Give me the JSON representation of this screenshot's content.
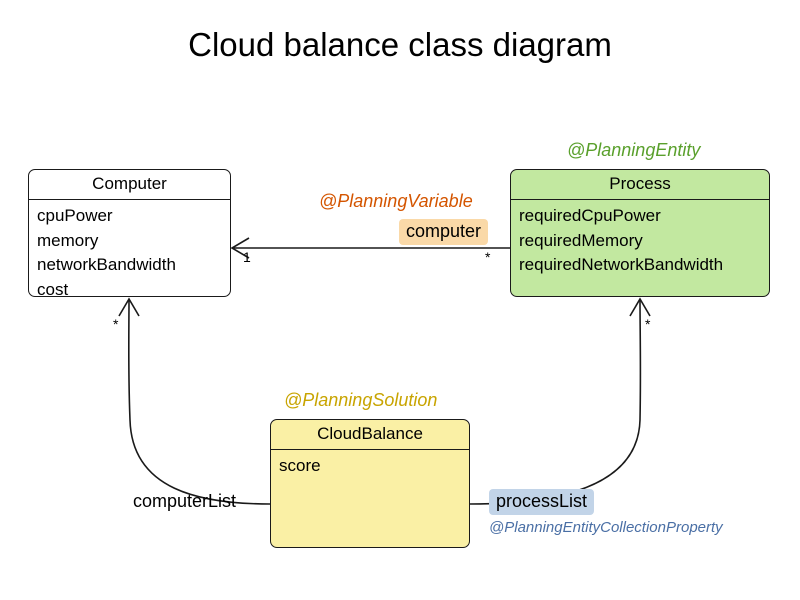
{
  "title": "Cloud balance class diagram",
  "classes": {
    "computer": {
      "name": "Computer",
      "fill": "#ffffff",
      "attributes": [
        "cpuPower",
        "memory",
        "networkBandwidth",
        "cost"
      ]
    },
    "process": {
      "name": "Process",
      "fill": "#c2e8a0",
      "stereotype": "@PlanningEntity",
      "stereotype_color": "#5aa02c",
      "attributes": [
        "requiredCpuPower",
        "requiredMemory",
        "requiredNetworkBandwidth"
      ]
    },
    "cloudbalance": {
      "name": "CloudBalance",
      "fill": "#faf0a5",
      "stereotype": "@PlanningSolution",
      "stereotype_color": "#c8a400",
      "attributes": [
        "score"
      ]
    }
  },
  "annotations": {
    "planning_variable": "@PlanningVariable",
    "planning_variable_color": "#d45500",
    "planning_entity_collection_property": "@PlanningEntityCollectionProperty",
    "planning_entity_collection_property_color": "#4a6fa5"
  },
  "relations": {
    "process_to_computer": {
      "role": "computer",
      "role_bg": "#fad9a8",
      "source_multiplicity": "*",
      "target_multiplicity": "1"
    },
    "cloudbalance_to_computer": {
      "role": "computerList",
      "target_multiplicity": "*"
    },
    "cloudbalance_to_process": {
      "role": "processList",
      "role_bg": "#c2d4e8",
      "target_multiplicity": "*"
    }
  }
}
